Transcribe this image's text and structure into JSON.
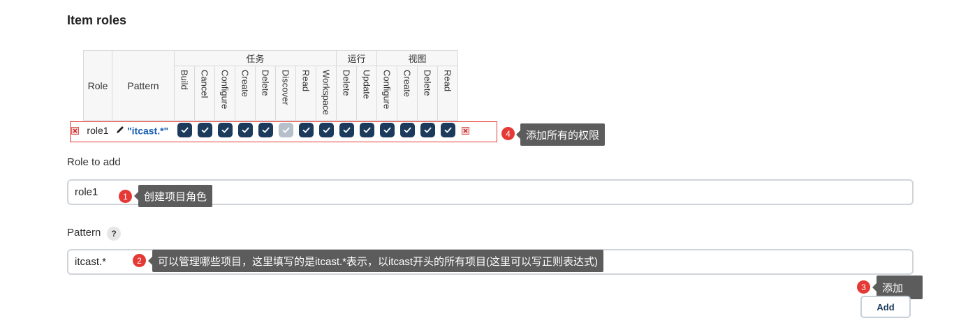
{
  "section_title": "Item roles",
  "table": {
    "headers": {
      "role": "Role",
      "pattern": "Pattern",
      "groups": [
        {
          "label": "任务",
          "span": 8
        },
        {
          "label": "运行",
          "span": 2
        },
        {
          "label": "视图",
          "span": 4
        }
      ],
      "permissions": [
        "Build",
        "Cancel",
        "Configure",
        "Create",
        "Delete",
        "Discover",
        "Read",
        "Workspace",
        "Delete",
        "Update",
        "Configure",
        "Create",
        "Delete",
        "Read"
      ]
    },
    "rows": [
      {
        "role": "role1",
        "pattern": "\"itcast.*\"",
        "checked": [
          true,
          true,
          true,
          true,
          true,
          false,
          true,
          true,
          true,
          true,
          true,
          true,
          true,
          true
        ],
        "disabled": [
          false,
          false,
          false,
          false,
          false,
          true,
          false,
          false,
          false,
          false,
          false,
          false,
          false,
          false
        ]
      }
    ]
  },
  "role_to_add": {
    "label": "Role to add",
    "value": "role1"
  },
  "pattern": {
    "label": "Pattern",
    "help": "?",
    "value": "itcast.*"
  },
  "add_button": {
    "label": "Add"
  },
  "annotations": [
    {
      "badge": "1",
      "text": "创建项目角色"
    },
    {
      "badge": "2",
      "text": "可以管理哪些项目，这里填写的是itcast.*表示，以itcast开头的所有项目(这里可以写正则表达式)"
    },
    {
      "badge": "3",
      "text": "添加"
    },
    {
      "badge": "4",
      "text": "添加所有的权限"
    }
  ],
  "colors": {
    "checkbox": "#1b3a5c",
    "checkbox_disabled": "#b6c0ca",
    "annotation_bg": "#5c5c5c",
    "badge": "#e53935"
  }
}
